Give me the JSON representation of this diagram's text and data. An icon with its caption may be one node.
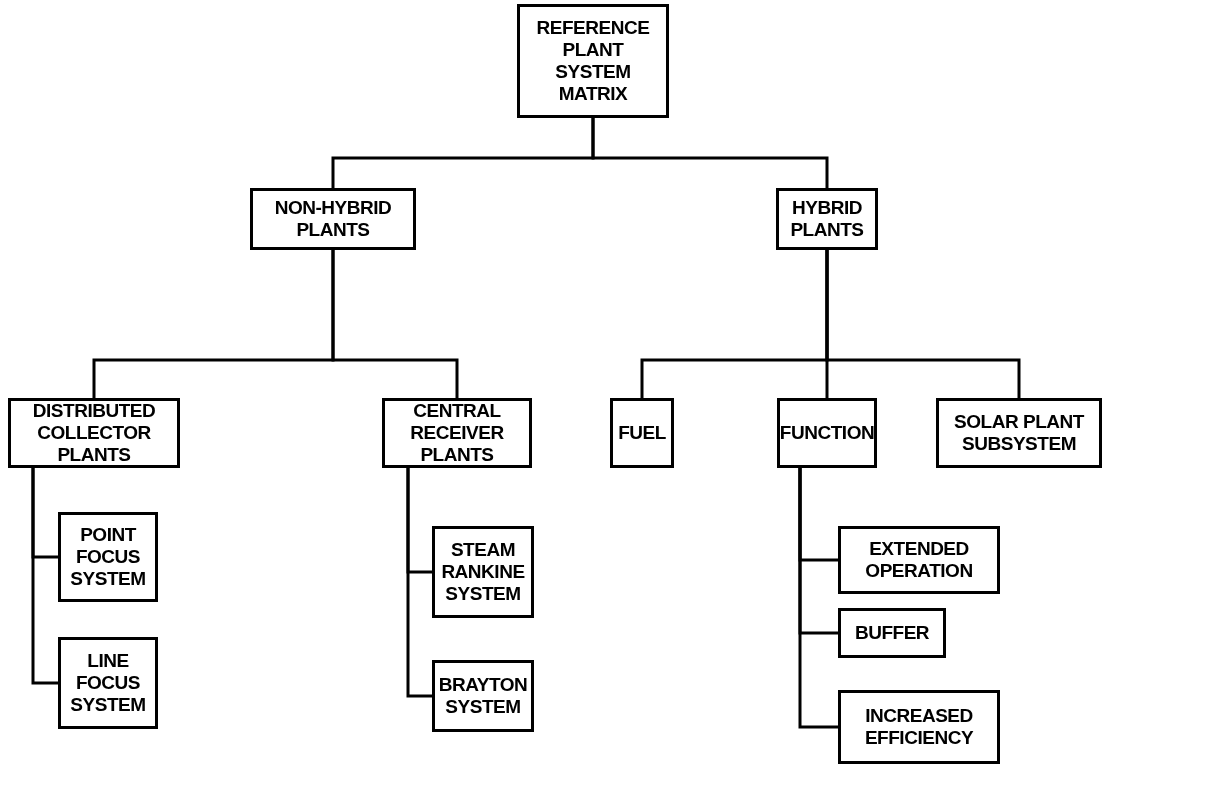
{
  "diagram": {
    "nodes": [
      {
        "text": [
          "REFERENCE PLANT SYSTEM MATRIX"
        ]
      },
      {
        "text": [
          "NON-HYBRID PLANTS"
        ]
      },
      {
        "text": [
          "HYBRID PLANTS"
        ]
      },
      {
        "text": [
          "DISTRIBUTED COLLECTOR PLANTS"
        ]
      },
      {
        "text": [
          "CENTRAL RECEIVER PLANTS"
        ]
      },
      {
        "text": [
          "FUEL"
        ]
      },
      {
        "text": [
          "FUNCTION"
        ]
      },
      {
        "text": [
          "SOLAR PLANT SUBSYSTEM"
        ]
      },
      {
        "text": [
          "POINT FOCUS SYSTEM"
        ]
      },
      {
        "text": [
          "LINE FOCUS SYSTEM"
        ]
      },
      {
        "text": [
          "STEAM RANKINE SYSTEM"
        ]
      },
      {
        "text": [
          "BRAYTON SYSTEM"
        ]
      },
      {
        "text": [
          "EXTENDED OPERATION"
        ]
      },
      {
        "text": [
          "BUFFER"
        ]
      },
      {
        "text": [
          "INCREASED EFFICIENCY"
        ]
      }
    ],
    "edges": [
      {
        "from": 0,
        "to": 1,
        "arrow": "none"
      },
      {
        "from": 0,
        "to": 2,
        "arrow": "none"
      },
      {
        "from": 1,
        "to": 3,
        "arrow": "none"
      },
      {
        "from": 1,
        "to": 4,
        "arrow": "none"
      },
      {
        "from": 2,
        "to": 5,
        "arrow": "none"
      },
      {
        "from": 2,
        "to": 6,
        "arrow": "none"
      },
      {
        "from": 2,
        "to": 7,
        "arrow": "none"
      },
      {
        "from": 3,
        "to": 8,
        "arrow": "none"
      },
      {
        "from": 3,
        "to": 9,
        "arrow": "none"
      },
      {
        "from": 4,
        "to": 10,
        "arrow": "none"
      },
      {
        "from": 4,
        "to": 11,
        "arrow": "none"
      },
      {
        "from": 6,
        "to": 12,
        "arrow": "none"
      },
      {
        "from": 6,
        "to": 13,
        "arrow": "none"
      },
      {
        "from": 6,
        "to": 14,
        "arrow": "none"
      }
    ]
  }
}
